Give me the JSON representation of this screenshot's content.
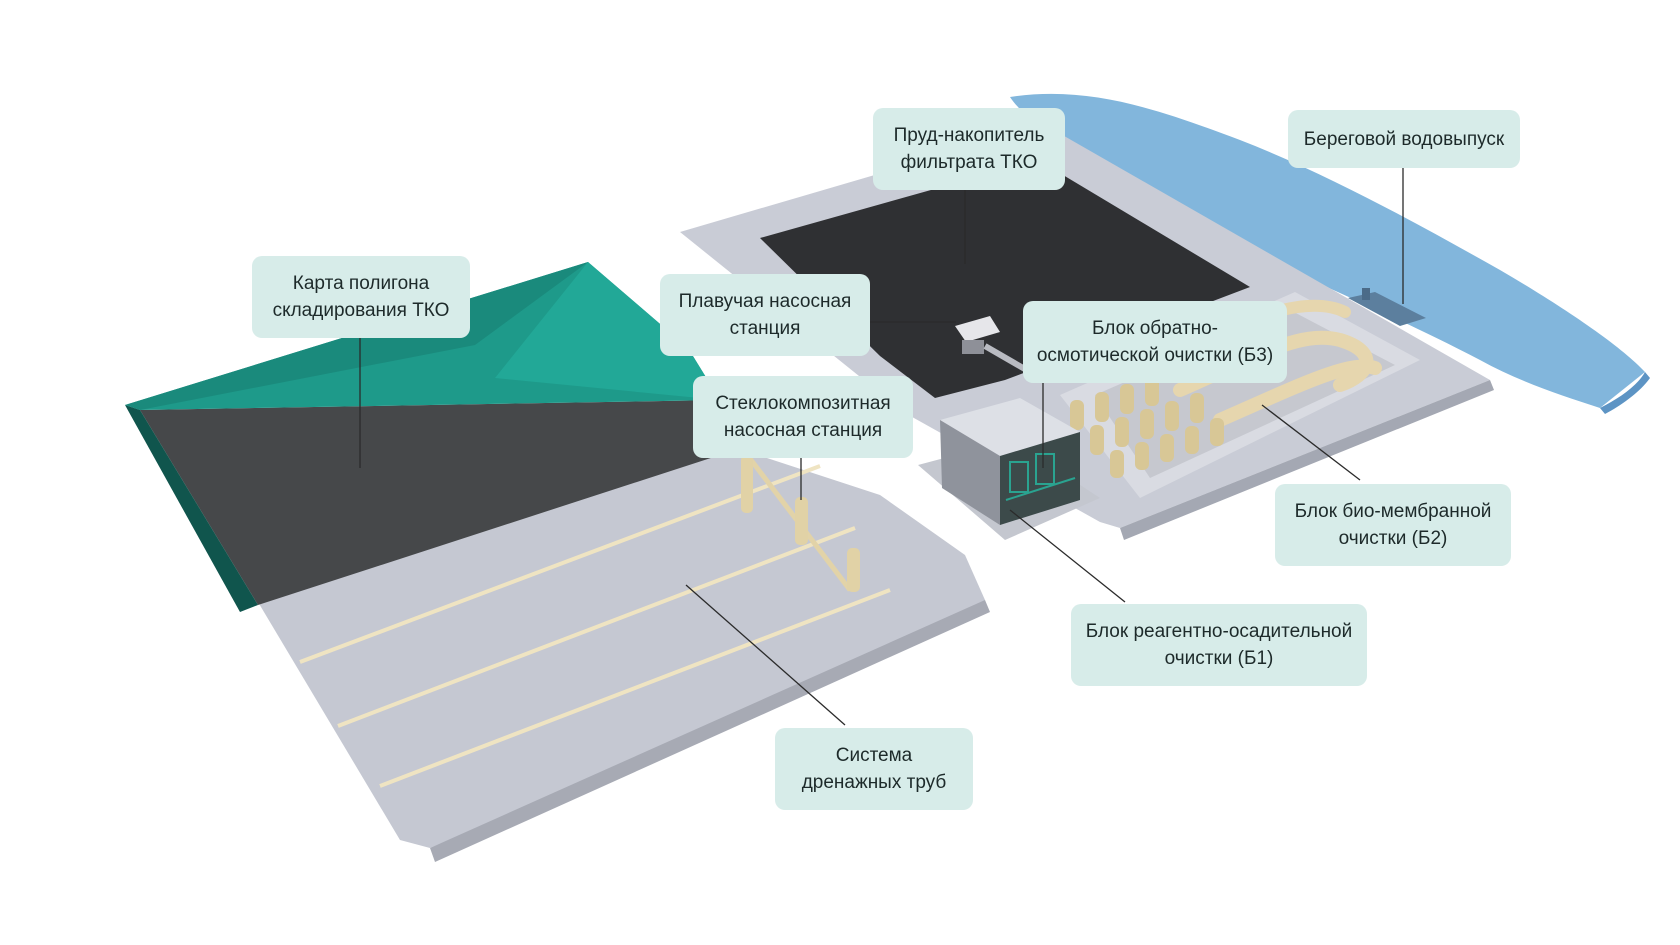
{
  "labels": {
    "landfill_map": [
      "Карта полигона",
      "складирования ТКО"
    ],
    "filtrate_pond": [
      "Пруд-накопитель",
      "фильтрата ТКО"
    ],
    "shore_outlet": [
      "Береговой водовыпуск"
    ],
    "floating_pump": [
      "Плавучая насосная",
      "станция"
    ],
    "reverse_osmosis": [
      "Блок обратно-",
      "осмотической очистки (Б3)"
    ],
    "fiberglass_pump": [
      "Стеклокомпозитная",
      "насосная станция"
    ],
    "bio_membrane": [
      "Блок био-мембранной",
      "очистки (Б2)"
    ],
    "reagent_settling": [
      "Блок реагентно-осадительной",
      "очистки (Б1)"
    ],
    "drainage_pipes": [
      "Система",
      "дренажных труб"
    ]
  },
  "colors": {
    "label_bg": "#d7ece9",
    "label_text": "#1d2a2a",
    "landfill_green": "#1e9a8a",
    "landfill_dark": "#46484a",
    "pond_dark": "#2f3033",
    "ground": "#c9ccd6",
    "river": "#82b6dc",
    "pipes": "#e6d6ae"
  }
}
